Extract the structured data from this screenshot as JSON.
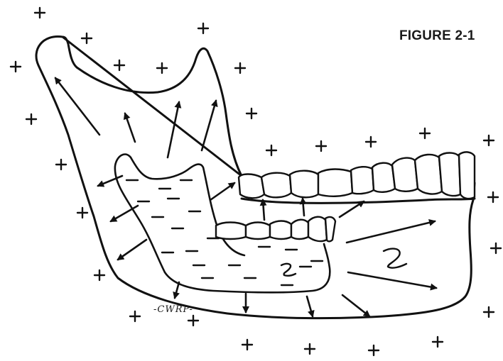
{
  "figure": {
    "title": "FIGURE 2-1",
    "signature": "-CWRP-"
  },
  "colors": {
    "ink": "#111111",
    "background": "#ffffff"
  },
  "symbols": {
    "outside": "positive charge (+)",
    "inside": "negative charge (−)"
  }
}
